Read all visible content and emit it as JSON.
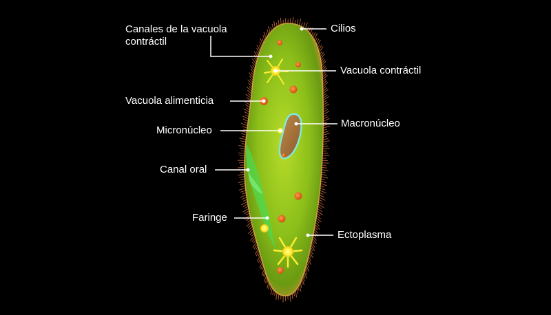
{
  "labels": {
    "canales": "Canales de la vacuola contráctil",
    "canales_line1": "Canales de la vacuola",
    "canales_line2": "contráctil",
    "cilios": "Cilios",
    "vacuola_contractil": "Vacuola contráctil",
    "vacuola_alimenticia": "Vacuola alimenticia",
    "macronucleo": "Macronúcleo",
    "micronucleo": "Micronúcleo",
    "canal_oral": "Canal oral",
    "faringe": "Faringe",
    "ectoplasma": "Ectoplasma"
  },
  "colors": {
    "background": "#000000",
    "cell_body": "#8cc21a",
    "cilia": "#c86a3a",
    "food_vacuole": "#e86a1a",
    "contractile_vacuole": "#ffee33",
    "macronucleus_fill": "#a8743a",
    "macronucleus_outline": "#7fe8e0",
    "oral_groove": "#4fd84f",
    "label_text": "#ffffff",
    "leader_line": "#ffffff"
  }
}
